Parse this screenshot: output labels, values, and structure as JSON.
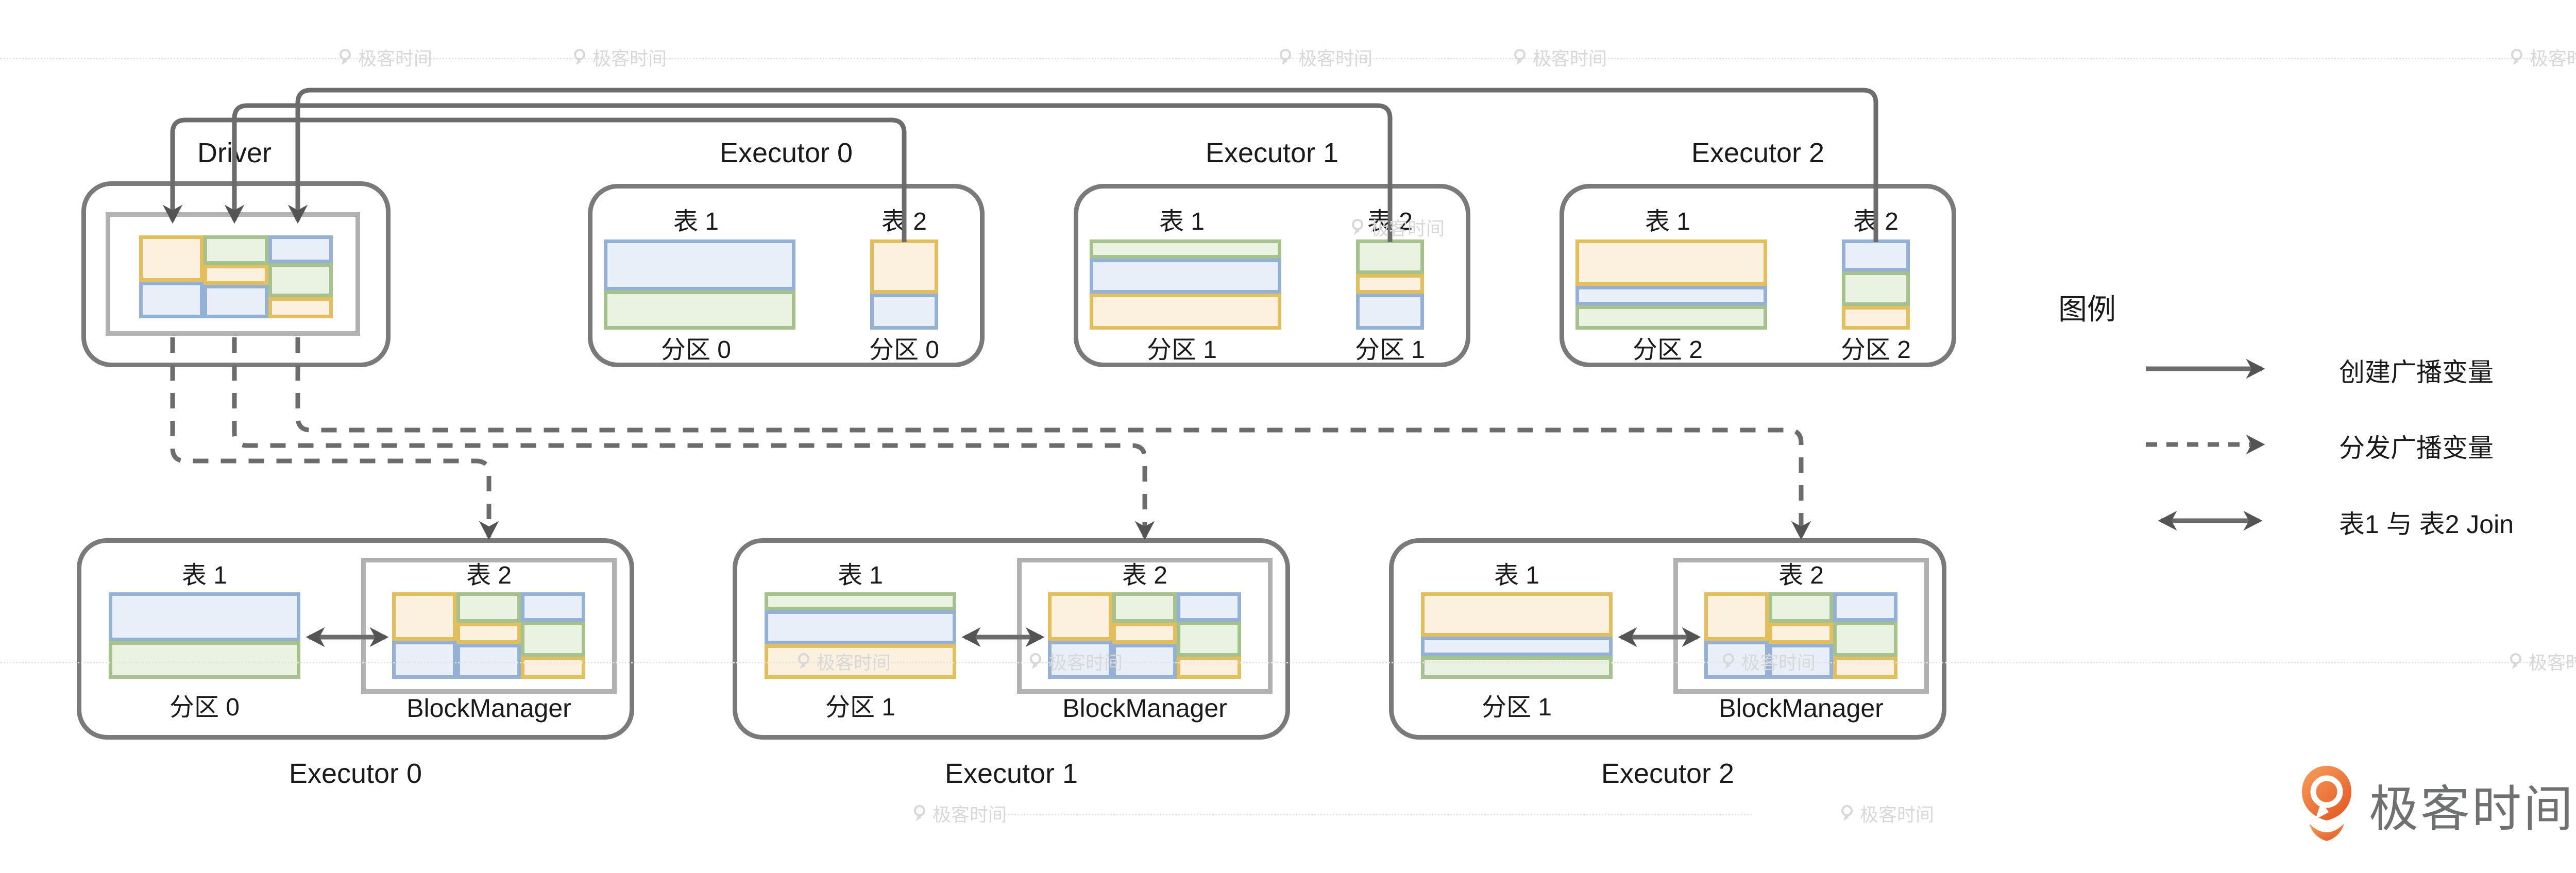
{
  "palette": {
    "orange_border": "#E2BE5C",
    "orange_fill": "#FCF0DE",
    "green_border": "#A5C28C",
    "green_fill": "#EAF2E2",
    "blue_border": "#95B0D5",
    "blue_fill": "#E9EFF9",
    "line": "#6C6C6C",
    "arrowhead": "#545454",
    "box_border": "#7A7A7A",
    "inner_box_border": "#B1B1B1",
    "text": "#1A1A1A",
    "watermark": "#D8D8D8",
    "dotted_line": "#E4E4E4",
    "logo_orange_start": "#F6A05C",
    "logo_orange_end": "#E45A25",
    "logo_text": "#6F7070"
  },
  "driver": {
    "title": "Driver"
  },
  "mosaic": {
    "columns": [
      [
        {
          "color": "orange",
          "pct": 57
        },
        {
          "color": "blue",
          "pct": 43
        }
      ],
      [
        {
          "color": "green",
          "pct": 36
        },
        {
          "color": "orange",
          "pct": 21
        },
        {
          "color": "blue",
          "pct": 43
        }
      ],
      [
        {
          "color": "blue",
          "pct": 34
        },
        {
          "color": "green",
          "pct": 43
        },
        {
          "color": "orange",
          "pct": 23
        }
      ]
    ]
  },
  "top_executors": [
    {
      "title": "Executor 0",
      "table1_label": "表 1",
      "table2_label": "表 2",
      "table1_partition": "分区 0",
      "table2_partition": "分区 0",
      "table1_segments": [
        {
          "color": "blue",
          "pct": 58
        },
        {
          "color": "green",
          "pct": 42
        }
      ],
      "table2_segments": [
        {
          "color": "orange",
          "pct": 62
        },
        {
          "color": "blue",
          "pct": 38
        }
      ]
    },
    {
      "title": "Executor 1",
      "table1_label": "表 1",
      "table2_label": "表 2",
      "table1_partition": "分区 1",
      "table2_partition": "分区 1",
      "table1_segments": [
        {
          "color": "green",
          "pct": 17
        },
        {
          "color": "blue",
          "pct": 41
        },
        {
          "color": "orange",
          "pct": 42
        }
      ],
      "table2_segments": [
        {
          "color": "green",
          "pct": 40
        },
        {
          "color": "orange",
          "pct": 18
        },
        {
          "color": "blue",
          "pct": 42
        }
      ]
    },
    {
      "title": "Executor 2",
      "table1_label": "表 1",
      "table2_label": "表 2",
      "table1_partition": "分区 2",
      "table2_partition": "分区 2",
      "table1_segments": [
        {
          "color": "orange",
          "pct": 57
        },
        {
          "color": "blue",
          "pct": 18
        },
        {
          "color": "green",
          "pct": 25
        }
      ],
      "table2_segments": [
        {
          "color": "blue",
          "pct": 36
        },
        {
          "color": "green",
          "pct": 40
        },
        {
          "color": "orange",
          "pct": 24
        }
      ]
    }
  ],
  "bottom_executors": [
    {
      "title": "Executor 0",
      "table1_label": "表 1",
      "table2_label": "表 2",
      "table1_partition": "分区 0",
      "blockmanager_label": "BlockManager",
      "table1_segments": [
        {
          "color": "blue",
          "pct": 58
        },
        {
          "color": "green",
          "pct": 42
        }
      ]
    },
    {
      "title": "Executor 1",
      "table1_label": "表 1",
      "table2_label": "表 2",
      "table1_partition": "分区 1",
      "blockmanager_label": "BlockManager",
      "table1_segments": [
        {
          "color": "green",
          "pct": 17
        },
        {
          "color": "blue",
          "pct": 41
        },
        {
          "color": "orange",
          "pct": 42
        }
      ]
    },
    {
      "title": "Executor 2",
      "table1_label": "表 1",
      "table2_label": "表 2",
      "table1_partition": "分区 1",
      "blockmanager_label": "BlockManager",
      "table1_segments": [
        {
          "color": "orange",
          "pct": 57
        },
        {
          "color": "blue",
          "pct": 19
        },
        {
          "color": "green",
          "pct": 24
        }
      ]
    }
  ],
  "legend": {
    "title": "图例",
    "items": [
      {
        "type": "solid-arrow",
        "label": "创建广播变量"
      },
      {
        "type": "dashed-arrow",
        "label": "分发广播变量"
      },
      {
        "type": "double-arrow",
        "label": "表1 与 表2 Join"
      }
    ]
  },
  "watermark": {
    "brand": "极客时间"
  },
  "logo": {
    "brand": "极客时间"
  }
}
